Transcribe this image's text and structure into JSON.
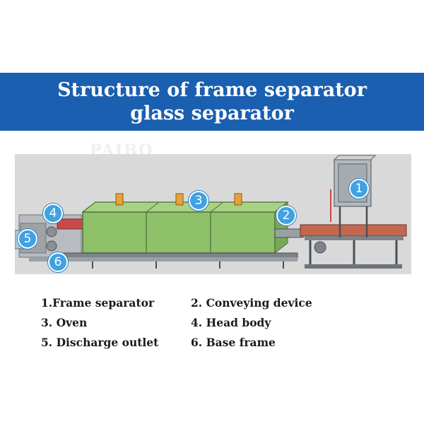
{
  "title": {
    "line1": "Structure of frame separator",
    "line2": "glass separator"
  },
  "watermark": "PAIBO",
  "colors": {
    "banner": "#1a5fb0",
    "badge": "#3fa2e3",
    "oven": "#8fc06a",
    "background_panel": "#d9d9d9"
  },
  "markers": [
    "1",
    "2",
    "3",
    "4",
    "5",
    "6"
  ],
  "legend": [
    [
      "1.Frame separator",
      "2. Conveying device"
    ],
    [
      "3. Oven",
      "4. Head body"
    ],
    [
      "5. Discharge outlet",
      "6. Base frame"
    ]
  ]
}
